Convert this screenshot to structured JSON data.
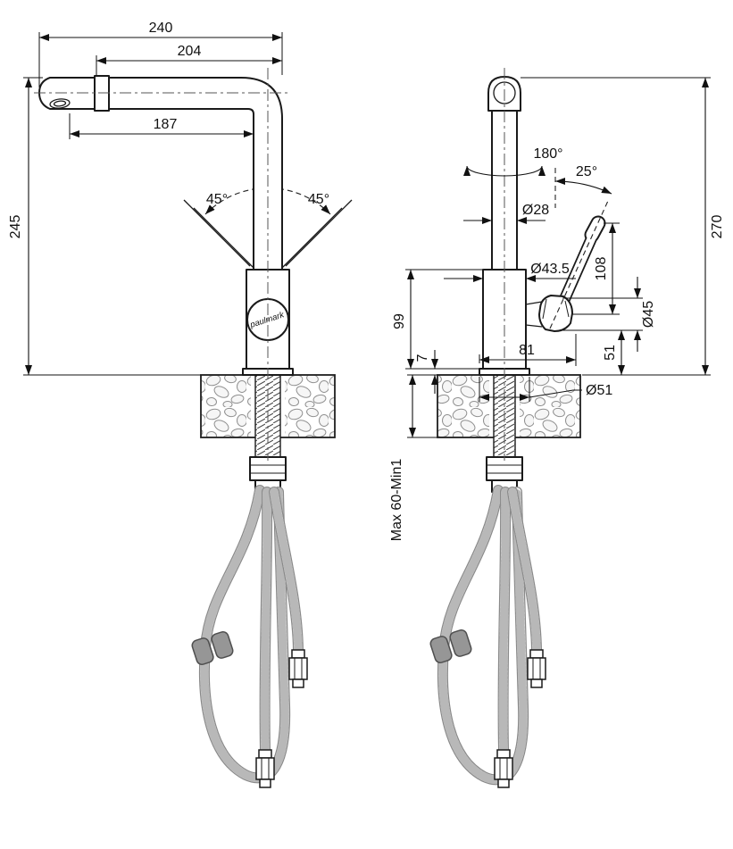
{
  "front_view": {
    "dim_total_width": "240",
    "dim_spout_width": "204",
    "dim_spout_reach": "187",
    "dim_height_to_deck": "245",
    "angle_swivel_left": "45°",
    "angle_swivel_right": "45°",
    "brand_logo": "paulmark"
  },
  "side_view": {
    "angle_rotation": "180°",
    "angle_handle": "25°",
    "dia_column": "Ø28",
    "dia_body": "Ø43.5",
    "dim_handle_length": "108",
    "dim_body_height": "99",
    "dim_base_height": "7",
    "dim_handle_reach": "81",
    "dia_handle": "Ø45",
    "dim_handle_clearance": "51",
    "dim_total_height": "270",
    "dia_base": "Ø51",
    "dim_deck_thickness": "Max 60-Min1"
  }
}
